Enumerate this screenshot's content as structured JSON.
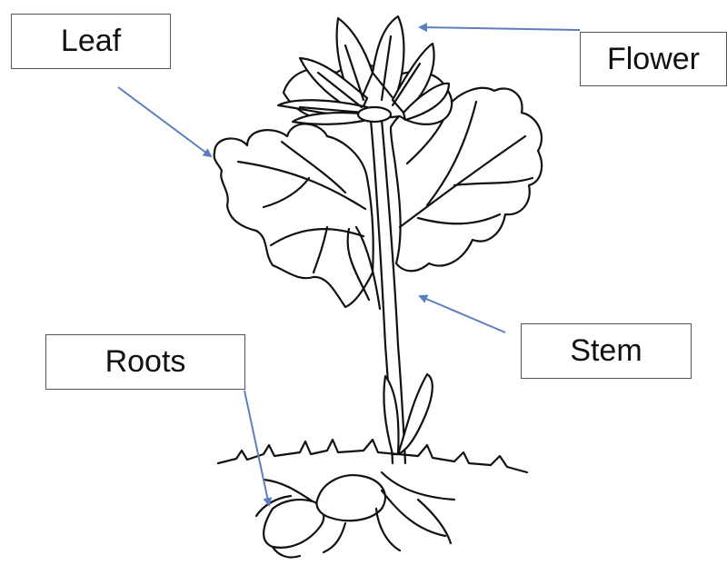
{
  "labels": {
    "leaf": "Leaf",
    "flower": "Flower",
    "stem": "Stem",
    "roots": "Roots"
  },
  "colors": {
    "arrow": "#5b7fbf",
    "outline": "#111111",
    "box_border": "#555555"
  }
}
